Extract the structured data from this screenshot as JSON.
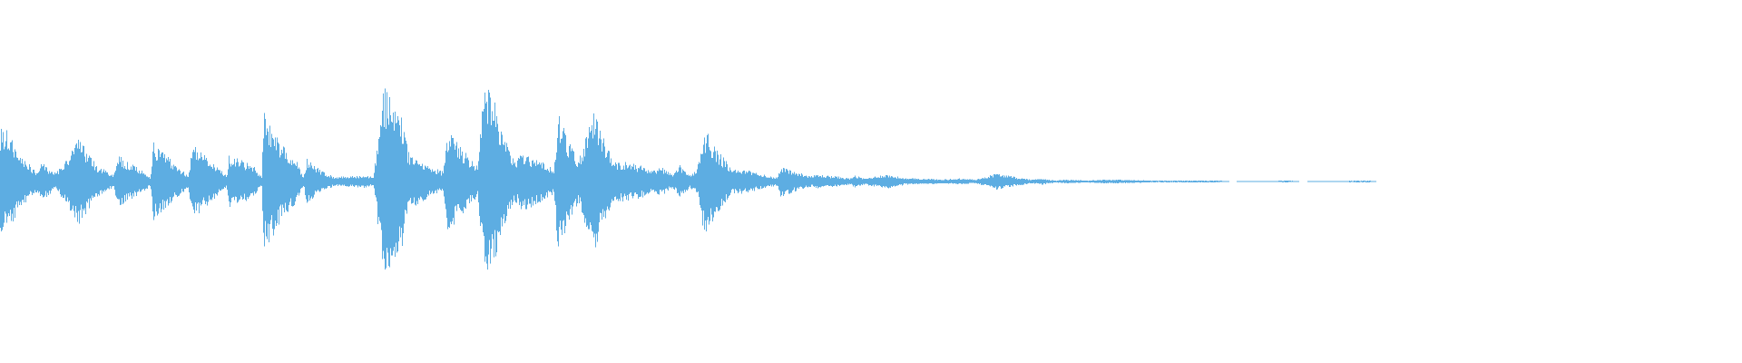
{
  "waveform": {
    "color": "#5dade2",
    "background": "#ffffff",
    "peak_envelope": [
      [
        0.0,
        0.52
      ],
      [
        0.004,
        0.5
      ],
      [
        0.01,
        0.3
      ],
      [
        0.02,
        0.1
      ],
      [
        0.024,
        0.18
      ],
      [
        0.032,
        0.08
      ],
      [
        0.045,
        0.42
      ],
      [
        0.055,
        0.16
      ],
      [
        0.065,
        0.06
      ],
      [
        0.067,
        0.26
      ],
      [
        0.08,
        0.12
      ],
      [
        0.086,
        0.05
      ],
      [
        0.088,
        0.38
      ],
      [
        0.1,
        0.18
      ],
      [
        0.108,
        0.06
      ],
      [
        0.11,
        0.38
      ],
      [
        0.122,
        0.18
      ],
      [
        0.13,
        0.06
      ],
      [
        0.131,
        0.26
      ],
      [
        0.145,
        0.16
      ],
      [
        0.15,
        0.05
      ],
      [
        0.151,
        0.7
      ],
      [
        0.16,
        0.42
      ],
      [
        0.17,
        0.2
      ],
      [
        0.174,
        0.05
      ],
      [
        0.176,
        0.22
      ],
      [
        0.185,
        0.1
      ],
      [
        0.192,
        0.04
      ],
      [
        0.194,
        0.05
      ],
      [
        0.21,
        0.06
      ],
      [
        0.214,
        0.04
      ],
      [
        0.216,
        0.3
      ],
      [
        0.22,
        0.95
      ],
      [
        0.224,
        0.8
      ],
      [
        0.23,
        0.7
      ],
      [
        0.234,
        0.3
      ],
      [
        0.238,
        0.25
      ],
      [
        0.246,
        0.15
      ],
      [
        0.254,
        0.1
      ],
      [
        0.257,
        0.52
      ],
      [
        0.266,
        0.3
      ],
      [
        0.274,
        0.15
      ],
      [
        0.278,
        0.98
      ],
      [
        0.284,
        0.75
      ],
      [
        0.29,
        0.4
      ],
      [
        0.296,
        0.2
      ],
      [
        0.3,
        0.3
      ],
      [
        0.31,
        0.2
      ],
      [
        0.318,
        0.12
      ],
      [
        0.32,
        0.7
      ],
      [
        0.326,
        0.4
      ],
      [
        0.332,
        0.2
      ],
      [
        0.34,
        0.7
      ],
      [
        0.346,
        0.45
      ],
      [
        0.352,
        0.2
      ],
      [
        0.356,
        0.2
      ],
      [
        0.368,
        0.16
      ],
      [
        0.374,
        0.1
      ],
      [
        0.38,
        0.14
      ],
      [
        0.386,
        0.06
      ],
      [
        0.39,
        0.16
      ],
      [
        0.396,
        0.06
      ],
      [
        0.4,
        0.12
      ],
      [
        0.404,
        0.52
      ],
      [
        0.412,
        0.3
      ],
      [
        0.42,
        0.12
      ],
      [
        0.426,
        0.12
      ],
      [
        0.44,
        0.06
      ],
      [
        0.446,
        0.04
      ],
      [
        0.448,
        0.15
      ],
      [
        0.456,
        0.1
      ],
      [
        0.466,
        0.05
      ],
      [
        0.468,
        0.07
      ],
      [
        0.48,
        0.05
      ],
      [
        0.488,
        0.03
      ],
      [
        0.49,
        0.06
      ],
      [
        0.496,
        0.03
      ],
      [
        0.508,
        0.07
      ],
      [
        0.52,
        0.03
      ],
      [
        0.53,
        0.03
      ],
      [
        0.54,
        0.02
      ],
      [
        0.55,
        0.03
      ],
      [
        0.56,
        0.02
      ],
      [
        0.572,
        0.08
      ],
      [
        0.584,
        0.04
      ],
      [
        0.592,
        0.02
      ],
      [
        0.598,
        0.03
      ],
      [
        0.606,
        0.01
      ],
      [
        0.612,
        0.02
      ],
      [
        0.624,
        0.01
      ],
      [
        0.634,
        0.02
      ],
      [
        0.66,
        0.01
      ],
      [
        0.662,
        0.01
      ],
      [
        0.68,
        0.01
      ],
      [
        0.7,
        0.01
      ],
      [
        0.706,
        0.0
      ],
      [
        0.74,
        0.01
      ],
      [
        0.746,
        0.0
      ],
      [
        0.786,
        0.01
      ],
      [
        0.79,
        0.0
      ]
    ]
  }
}
